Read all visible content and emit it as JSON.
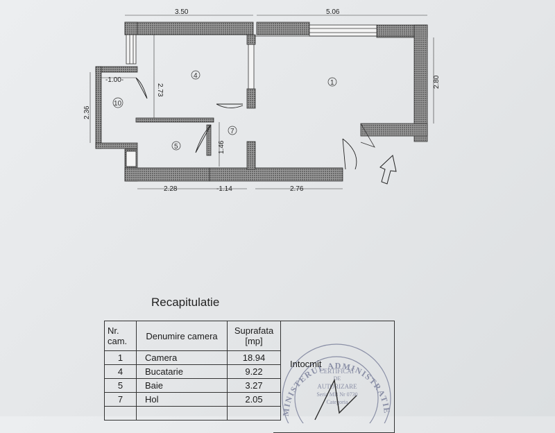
{
  "plan": {
    "dimensions": {
      "top_left": "3.50",
      "top_right": "5.06",
      "right_side": "2.80",
      "left_side": "2.36",
      "room10_width": "-1.00-",
      "room4_height": "2.73",
      "room7_height": "1.46",
      "bottom_1": "2.28",
      "bottom_2": "-1.14",
      "bottom_3": "2.76"
    },
    "rooms": {
      "r1": "1",
      "r4": "4",
      "r5": "5",
      "r7": "7",
      "r10": "10"
    }
  },
  "recap": {
    "title": "Recapitulatie",
    "headers": {
      "nr": "Nr. cam.",
      "name": "Denumire camera",
      "area": "Suprafata [mp]"
    },
    "rows": [
      {
        "nr": "1",
        "name": "Camera",
        "area": "18.94"
      },
      {
        "nr": "4",
        "name": "Bucatarie",
        "area": "9.22"
      },
      {
        "nr": "5",
        "name": "Baie",
        "area": "3.27"
      },
      {
        "nr": "7",
        "name": "Hol",
        "area": "2.05"
      },
      {
        "nr": "",
        "name": "",
        "area": ""
      }
    ],
    "intocmit": "Intocmit"
  },
  "stamp": {
    "ring_text": "MINISTERUL ADMINISTRATIEI PUBLICE",
    "line1": "CERTIFICAT",
    "line2": "DE",
    "line3": "AUTORIZARE",
    "line4": "Seria MB Nr 0730",
    "line5": "Categoria"
  },
  "colors": {
    "wall_fill": "#7a7a7a",
    "stamp_ink": "#8a8fa6"
  }
}
